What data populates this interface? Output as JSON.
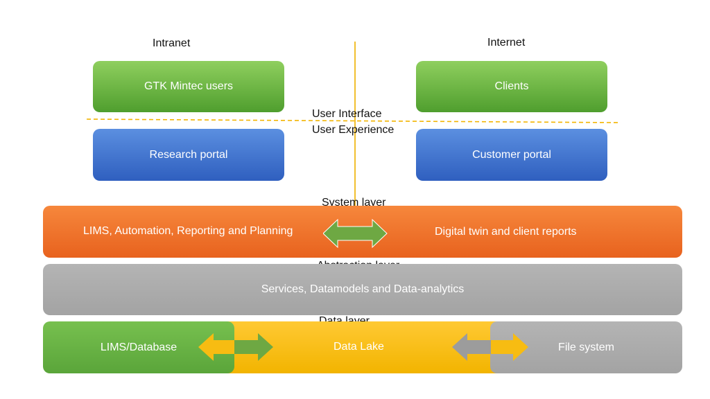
{
  "zones": {
    "intranet": "Intranet",
    "internet": "Internet"
  },
  "interface": {
    "user_interface": "User Interface",
    "user_experience": "User Experience"
  },
  "users": {
    "gtk": "GTK Mintec users",
    "clients": "Clients"
  },
  "portals": {
    "research": "Research portal",
    "customer": "Customer portal"
  },
  "system": {
    "title": "System layer",
    "left": "LIMS, Automation, Reporting and Planning",
    "right": "Digital twin and client reports"
  },
  "abstraction": {
    "title": "Abstraction layer",
    "content": "Services, Datamodels and Data-analytics"
  },
  "data": {
    "title": "Data layer",
    "database": "LIMS/Database",
    "lake": "Data Lake",
    "files": "File system"
  },
  "colors": {
    "green": "#5aa53a",
    "blue": "#2f5fbf",
    "orange": "#ee6a22",
    "gray": "#a8a8a8",
    "yellow": "#f7bc12",
    "arrow_green": "#6ea843",
    "arrow_yellow": "#f7bc12",
    "arrow_gray": "#9c9c9c"
  }
}
